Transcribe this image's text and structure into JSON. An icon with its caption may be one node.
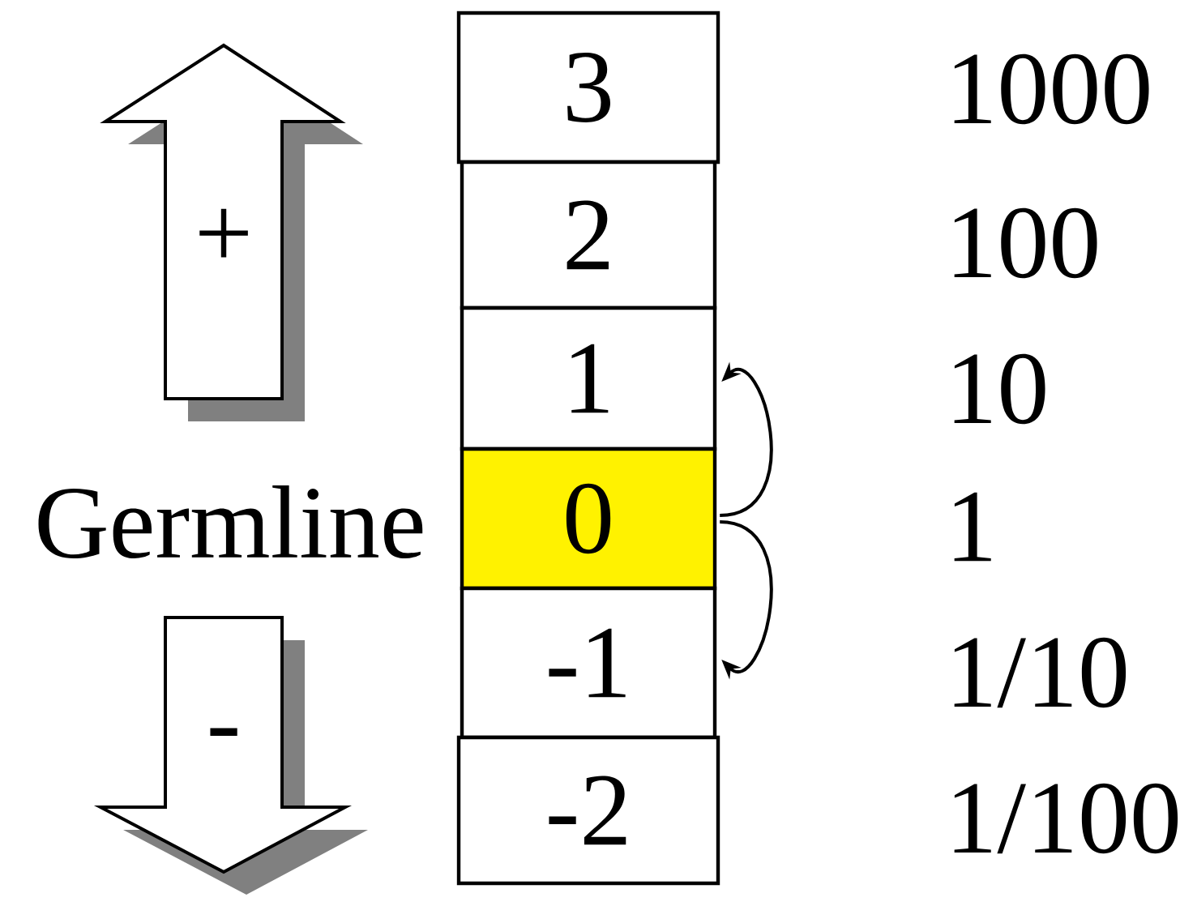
{
  "diagram": {
    "nodes": [
      {
        "text": [
          "3"
        ]
      },
      {
        "text": [
          "2"
        ]
      },
      {
        "text": [
          "1"
        ]
      },
      {
        "text": [
          "0"
        ],
        "beside": [
          "Germline"
        ]
      },
      {
        "text": [
          "-1"
        ]
      },
      {
        "text": [
          "-2"
        ]
      },
      {
        "text": [
          "+"
        ]
      },
      {
        "text": [
          "-"
        ]
      }
    ],
    "edges": [
      {
        "from": 3,
        "to": 2,
        "arrow": "to"
      },
      {
        "from": 3,
        "to": 4,
        "arrow": "to"
      }
    ],
    "labels": [
      "1000",
      "100",
      "10",
      "1",
      "1/10",
      "1/100"
    ]
  }
}
